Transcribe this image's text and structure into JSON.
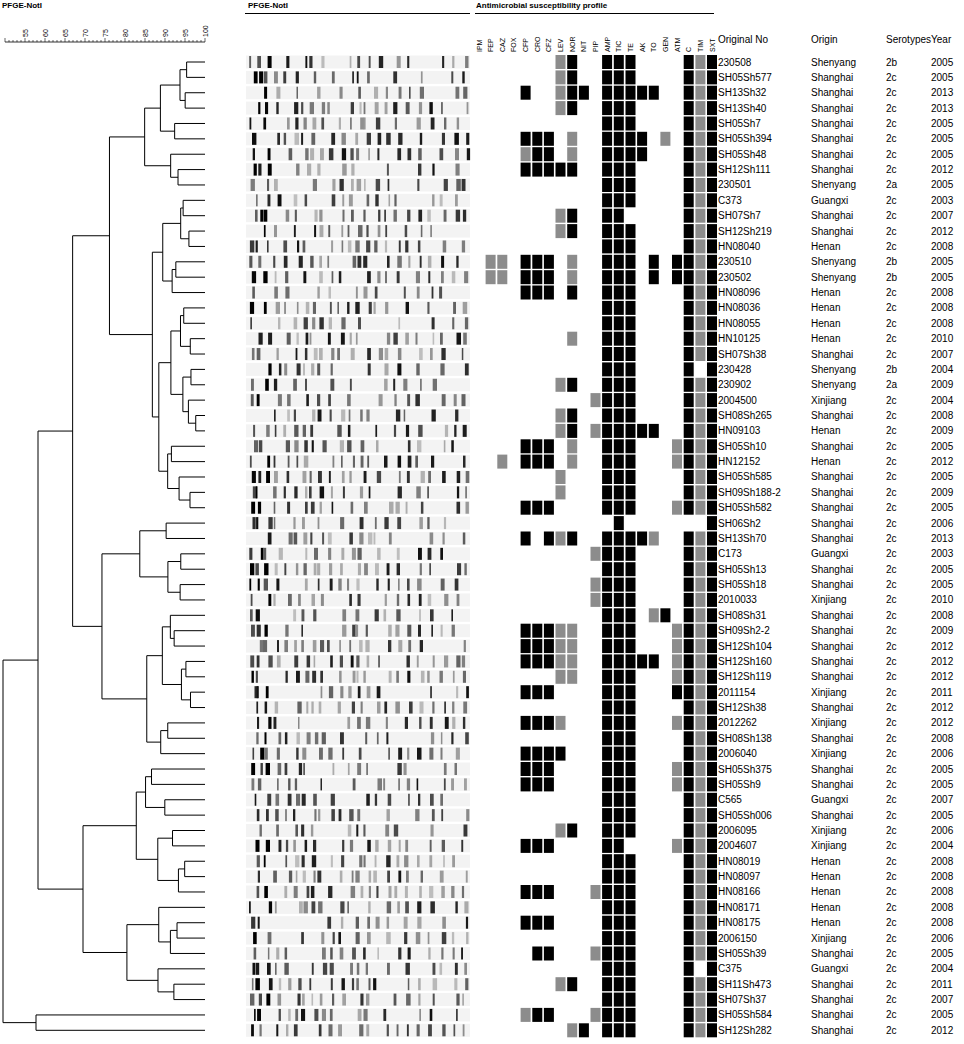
{
  "diagram": {
    "labels": [
      "PFGE-NotI",
      "PFGE-NotI",
      "Antimicrobial susceptibility profile",
      "55",
      "60",
      "65",
      "70",
      "75",
      "80",
      "85",
      "90",
      "95",
      "100",
      "IPM",
      "FEP",
      "CAZ",
      "FOX",
      "CFP",
      "CRO",
      "CFZ",
      "LEV",
      "NOR",
      "NIT",
      "PIP",
      "AMP",
      "TIC",
      "TE",
      "AK",
      "TO",
      "GEN",
      "ATM",
      "C",
      "TIM",
      "SXT",
      "Original No",
      "Origin",
      "Serotypes",
      "Year",
      "230508",
      "Shenyang",
      "2b",
      "2005",
      "SH05Sh577",
      "Shanghai",
      "2c",
      "2005",
      "SH13Sh32",
      "Shanghai",
      "2c",
      "2013",
      "SH13Sh40",
      "Shanghai",
      "2c",
      "2013",
      "SH05Sh7",
      "Shanghai",
      "2c",
      "2005",
      "SH05Sh394",
      "Shanghai",
      "2c",
      "2005",
      "SH05Sh48",
      "Shanghai",
      "2c",
      "2005",
      "SH12Sh111",
      "Shanghai",
      "2c",
      "2012",
      "230501",
      "Shenyang",
      "2a",
      "2005",
      "C373",
      "Guangxi",
      "2c",
      "2003",
      "SH07Sh7",
      "Shanghai",
      "2c",
      "2007",
      "SH12Sh219",
      "Shanghai",
      "2c",
      "2012",
      "HN08040",
      "Henan",
      "2c",
      "2008",
      "230510",
      "Shenyang",
      "2b",
      "2005",
      "230502",
      "Shenyang",
      "2b",
      "2005",
      "HN08096",
      "Henan",
      "2c",
      "2008",
      "HN08036",
      "Henan",
      "2c",
      "2008",
      "HN08055",
      "Henan",
      "2c",
      "2008",
      "HN10125",
      "Henan",
      "2c",
      "2010",
      "SH07Sh38",
      "Shanghai",
      "2c",
      "2007",
      "230428",
      "Shenyang",
      "2b",
      "2004",
      "230902",
      "Shenyang",
      "2a",
      "2009",
      "2004500",
      "Xinjiang",
      "2c",
      "2004",
      "SH08Sh265",
      "Shanghai",
      "2c",
      "2008",
      "HN09103",
      "Henan",
      "2c",
      "2009",
      "SH05Sh10",
      "Shanghai",
      "2c",
      "2005",
      "HN12152",
      "Henan",
      "2c",
      "2012",
      "SH05Sh585",
      "Shanghai",
      "2c",
      "2005",
      "SH09Sh188-2",
      "Shanghai",
      "2c",
      "2009",
      "SH05Sh582",
      "Shanghai",
      "2c",
      "2005",
      "SH06Sh2",
      "Shanghai",
      "2c",
      "2006",
      "SH13Sh70",
      "Shanghai",
      "2c",
      "2013",
      "C173",
      "Guangxi",
      "2c",
      "2003",
      "SH05Sh13",
      "Shanghai",
      "2c",
      "2005",
      "SH05Sh18",
      "Shanghai",
      "2c",
      "2005",
      "2010033",
      "Xinjiang",
      "2c",
      "2010",
      "SH08Sh31",
      "Shanghai",
      "2c",
      "2008",
      "SH09Sh2-2",
      "Shanghai",
      "2c",
      "2009",
      "SH12Sh104",
      "Shanghai",
      "2c",
      "2012",
      "SH12Sh160",
      "Shanghai",
      "2c",
      "2012",
      "SH12Sh119",
      "Shanghai",
      "2c",
      "2012",
      "2011154",
      "Xinjiang",
      "2c",
      "2011",
      "SH12Sh38",
      "Shanghai",
      "2c",
      "2012",
      "2012262",
      "Xinjiang",
      "2c",
      "2012",
      "SH08Sh138",
      "Shanghai",
      "2c",
      "2008",
      "2006040",
      "Xinjiang",
      "2c",
      "2006",
      "SH05Sh375",
      "Shanghai",
      "2c",
      "2005",
      "SH05Sh9",
      "Shanghai",
      "2c",
      "2005",
      "C565",
      "Guangxi",
      "2c",
      "2007",
      "SH05Sh006",
      "Shanghai",
      "2c",
      "2005",
      "2006095",
      "Xinjiang",
      "2c",
      "2006",
      "2004607",
      "Xinjiang",
      "2c",
      "2004",
      "HN08019",
      "Henan",
      "2c",
      "2008",
      "HN08097",
      "Henan",
      "2c",
      "2008",
      "HN08166",
      "Henan",
      "2c",
      "2008",
      "HN08171",
      "Henan",
      "2c",
      "2008",
      "HN08175",
      "Henan",
      "2c",
      "2008",
      "2006150",
      "Xinjiang",
      "2c",
      "2006",
      "SH05Sh39",
      "Shanghai",
      "2c",
      "2005",
      "C375",
      "Guangxi",
      "2c",
      "2004",
      "SH11Sh473",
      "Shanghai",
      "2c",
      "2011",
      "SH07Sh37",
      "Shanghai",
      "2c",
      "2007",
      "SH05Sh584",
      "Shanghai",
      "2c",
      "2005",
      "SH12Sh282",
      "Shanghai",
      "2c",
      "2012"
    ]
  }
}
